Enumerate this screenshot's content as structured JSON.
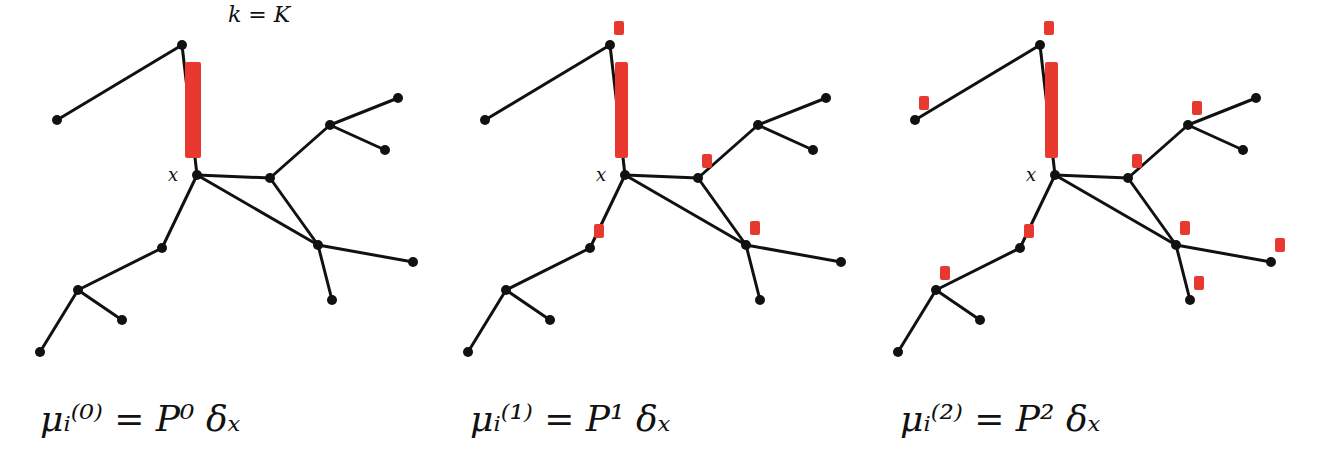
{
  "diagram": {
    "labels": [
      "k = K",
      "x",
      "μᵢ⁽⁰⁾ = P⁰ δₓ",
      "x",
      "μᵢ⁽¹⁾ = P¹ δₓ",
      "x",
      "μᵢ⁽²⁾ = P² δₓ"
    ]
  }
}
